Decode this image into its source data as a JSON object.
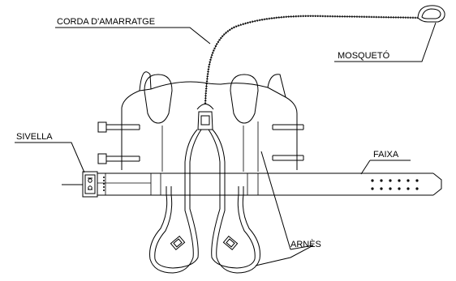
{
  "labels": {
    "rope": "CORDA D'AMARRATGE",
    "carabiner": "MOSQUETÓ",
    "buckle": "SIVELLA",
    "belt": "FAIXA",
    "harness": "ARNÈS"
  },
  "colors": {
    "line": "#000000",
    "background": "#ffffff"
  }
}
